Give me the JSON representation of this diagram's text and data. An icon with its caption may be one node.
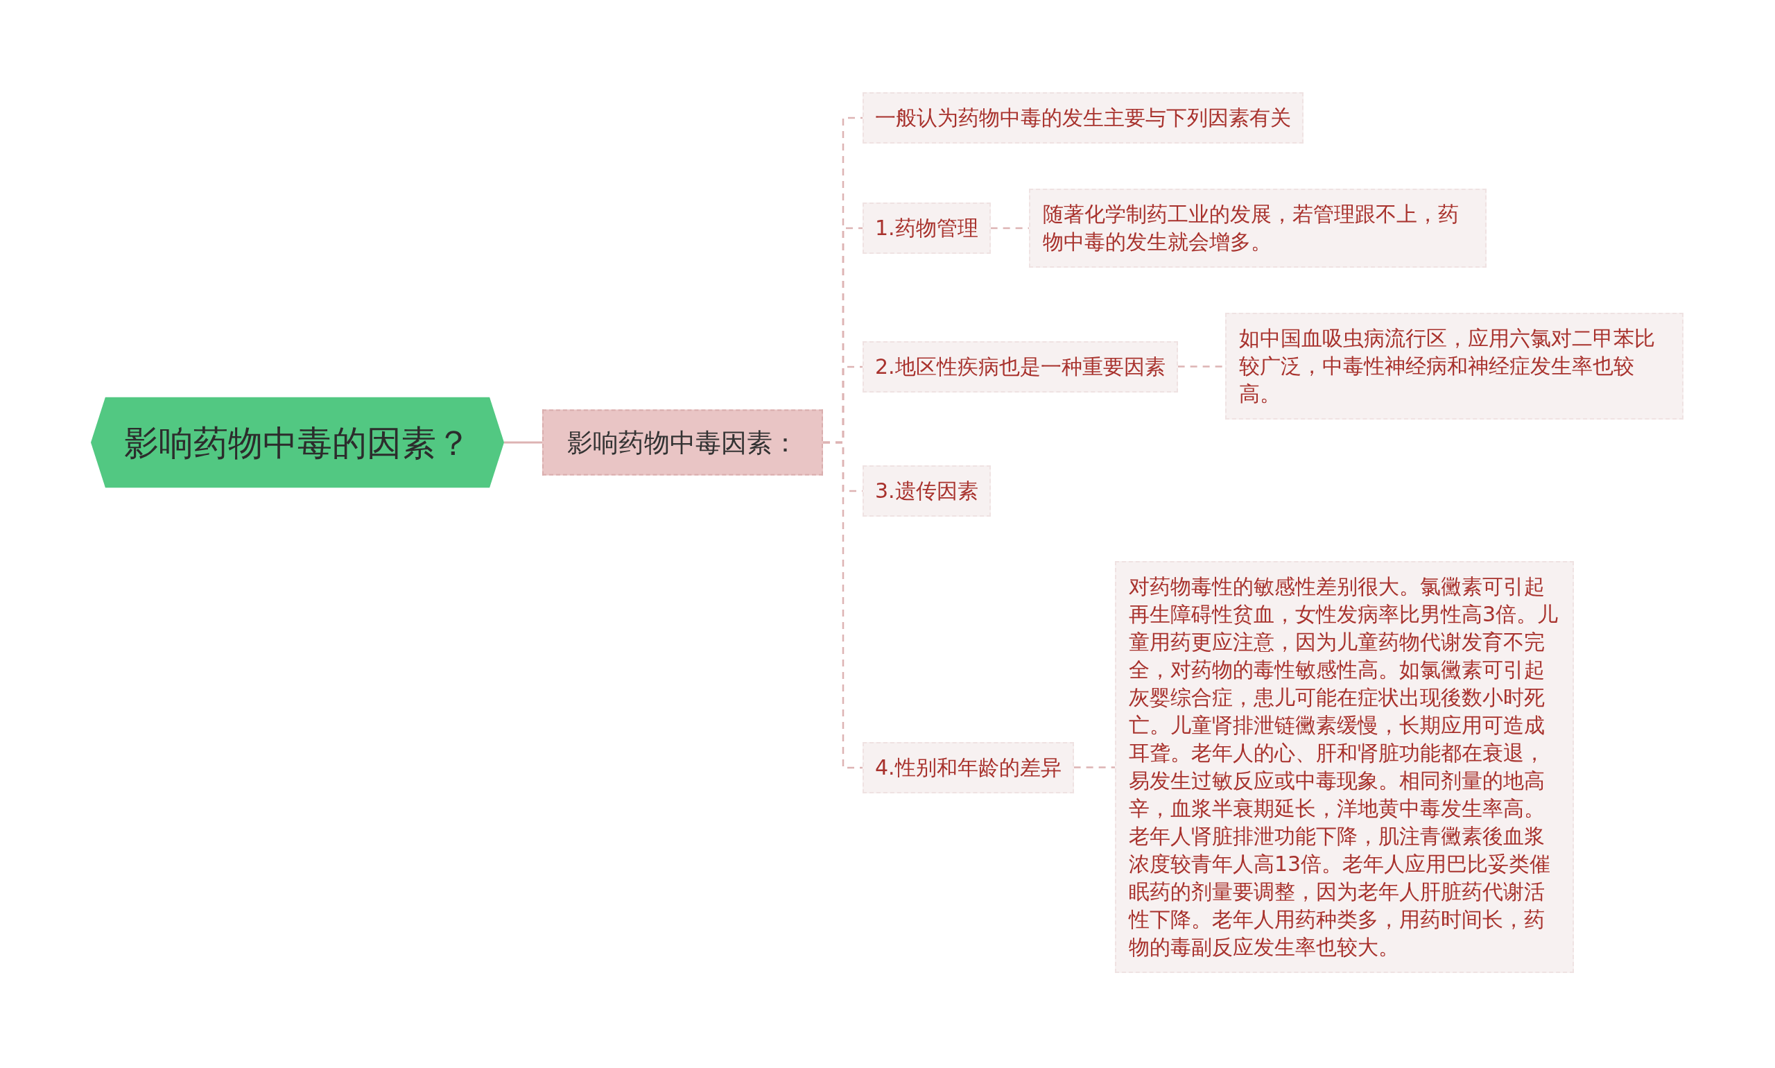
{
  "diagram": {
    "nodes": [
      {
        "text": [
          "影响药物中毒的因素？"
        ]
      },
      {
        "text": [
          "影响药物中毒因素："
        ]
      },
      {
        "text": [
          "一般认为药物中毒的发生主要与下列因素有关"
        ]
      },
      {
        "text": [
          "1.药物管理"
        ]
      },
      {
        "text": [
          "随著化学制药工业的发展，若管理跟不上，药物中毒的发生就会增多。"
        ]
      },
      {
        "text": [
          "2.地区性疾病也是一种重要因素"
        ]
      },
      {
        "text": [
          "如中国血吸虫病流行区，应用六氯对二甲苯比较广泛，中毒性神经病和神经症发生率也较高。"
        ]
      },
      {
        "text": [
          "3.遗传因素"
        ]
      },
      {
        "text": [
          "4.性别和年龄的差异"
        ]
      },
      {
        "text": [
          "对药物毒性的敏感性差别很大。氯黴素可引起再生障碍性贫血，女性发病率比男性高3倍。儿童用药更应注意，因为儿童药物代谢发育不完全，对药物的毒性敏感性高。如氯黴素可引起灰婴综合症，患儿可能在症状出现後数小时死亡。儿童肾排泄链黴素缓慢，长期应用可造成耳聋。老年人的心、肝和肾脏功能都在衰退，易发生过敏反应或中毒现象。相同剂量的地高辛，血浆半衰期延长，洋地黄中毒发生率高。老年人肾脏排泄功能下降，肌注青黴素後血浆浓度较青年人高13倍。老年人应用巴比妥类催眠药的剂量要调整，因为老年人肝脏药代谢活性下降。老年人用药种类多，用药时间长，药物的毒副反应发生率也较大。"
        ]
      }
    ],
    "edges": [
      {
        "from": 0,
        "to": 1,
        "arrow": "none"
      },
      {
        "from": 1,
        "to": 2,
        "arrow": "none",
        "style": "dashed"
      },
      {
        "from": 1,
        "to": 3,
        "arrow": "none",
        "style": "dashed"
      },
      {
        "from": 3,
        "to": 4,
        "arrow": "none",
        "style": "dashed"
      },
      {
        "from": 1,
        "to": 5,
        "arrow": "none",
        "style": "dashed"
      },
      {
        "from": 5,
        "to": 6,
        "arrow": "none",
        "style": "dashed"
      },
      {
        "from": 1,
        "to": 7,
        "arrow": "none",
        "style": "dashed"
      },
      {
        "from": 1,
        "to": 8,
        "arrow": "none",
        "style": "dashed"
      },
      {
        "from": 8,
        "to": 9,
        "arrow": "none",
        "style": "dashed"
      }
    ]
  }
}
